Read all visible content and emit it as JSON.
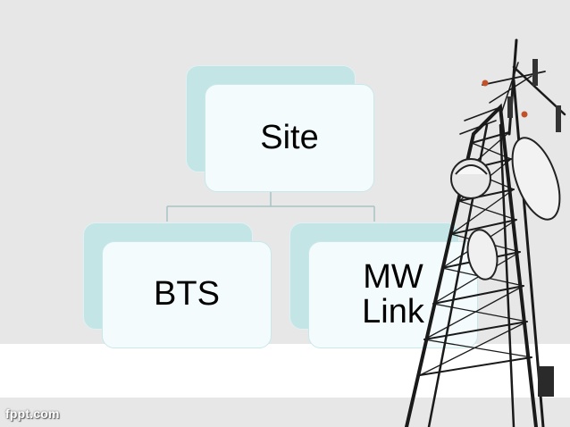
{
  "diagram": {
    "root": {
      "label": "Site"
    },
    "children": [
      {
        "label": "BTS"
      },
      {
        "label": "MW\nLink"
      }
    ]
  },
  "colors": {
    "background": "#e7e7e7",
    "node_back": "#c3e5e6",
    "node_front": "#f3fbfc",
    "connector": "#a9c3c4"
  },
  "watermark": {
    "text": "fppt.com"
  },
  "illustration": {
    "icon": "telecom-tower-icon"
  }
}
